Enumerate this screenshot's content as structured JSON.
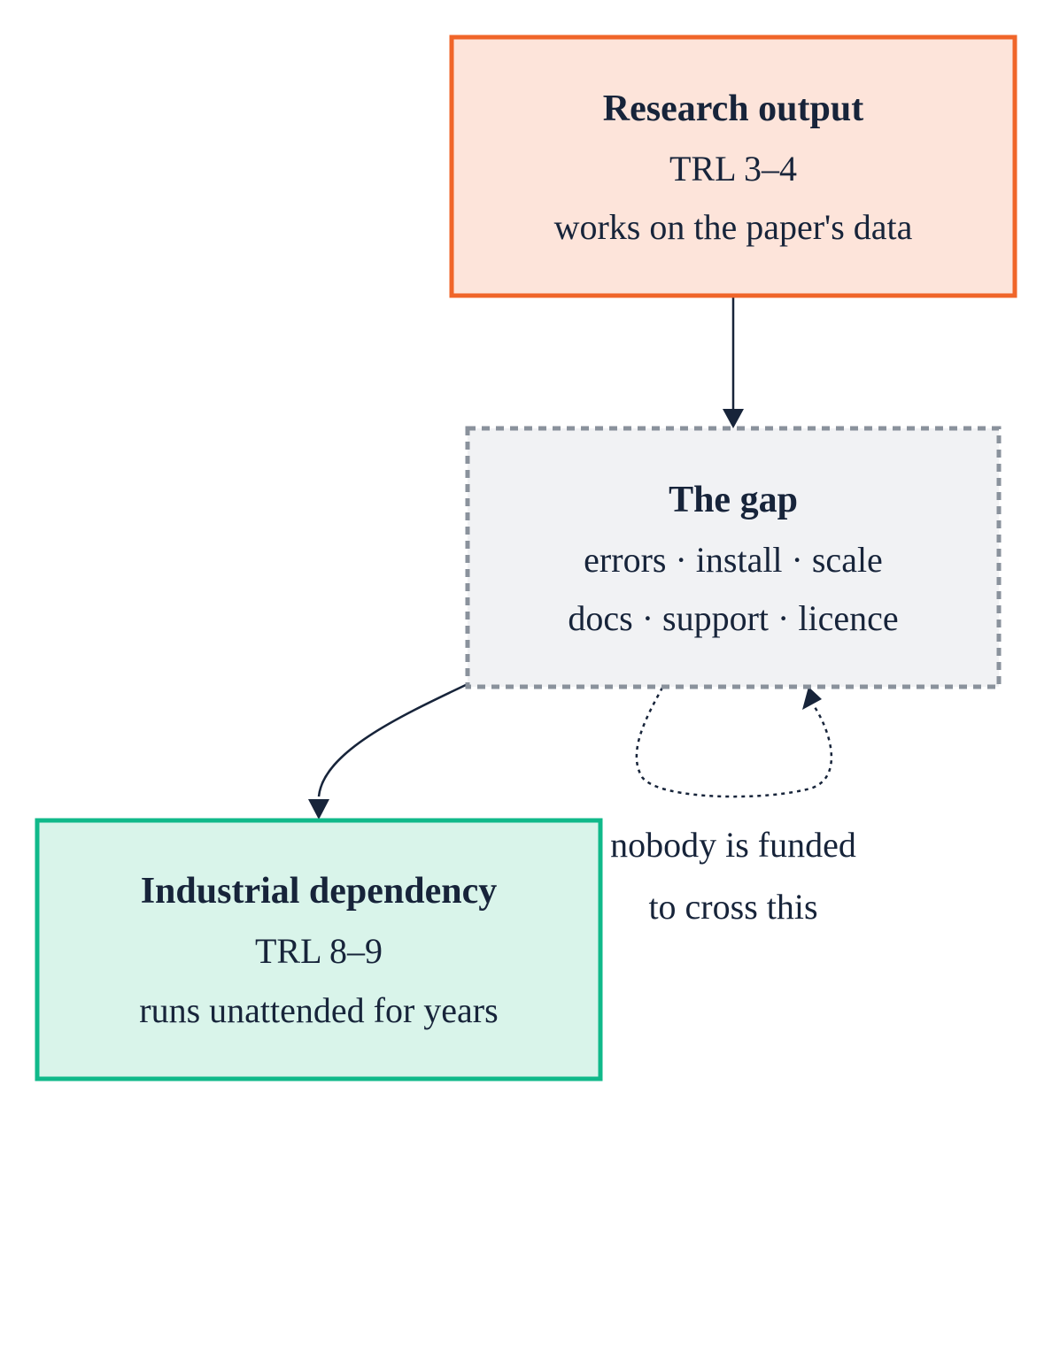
{
  "nodes": {
    "research": {
      "title": "Research output",
      "lines": [
        "TRL 3–4",
        "works on the paper's data"
      ],
      "fill": "#fde4da",
      "stroke": "#f06529"
    },
    "gap": {
      "title": "The gap",
      "lines": [
        "errors · install · scale",
        "docs · support · licence"
      ],
      "fill": "#f1f2f4",
      "stroke": "#8a929c"
    },
    "industrial": {
      "title": "Industrial dependency",
      "lines": [
        "TRL 8–9",
        "runs unattended for years"
      ],
      "fill": "#d9f4ea",
      "stroke": "#10b98a"
    }
  },
  "edges": {
    "loop_label": [
      "nobody is funded",
      "to cross this"
    ]
  },
  "colors": {
    "text": "#17243a",
    "arrow": "#17243a"
  }
}
